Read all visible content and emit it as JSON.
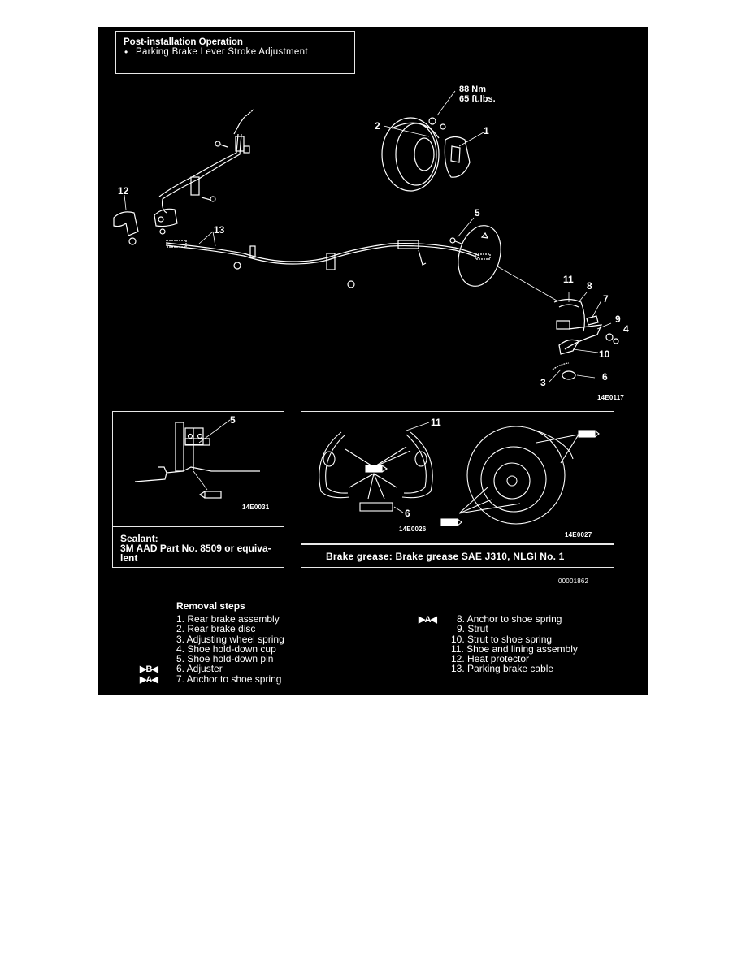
{
  "header_box": {
    "title": "Post-installation Operation",
    "bullet": "•",
    "item": "Parking Brake Lever Stroke Adjustment"
  },
  "main_diagram": {
    "torque": {
      "line1": "88 Nm",
      "line2": "65 ft.lbs."
    },
    "callouts": [
      "1",
      "2",
      "3",
      "4",
      "5",
      "6",
      "7",
      "8",
      "9",
      "10",
      "11",
      "12",
      "13"
    ],
    "figure_code": "14E0117"
  },
  "inset_sealant": {
    "callout": "5",
    "figure_code": "14E0031",
    "label_title": "Sealant:",
    "label_line1": "3M AAD Part No. 8509 or equiva-",
    "label_line2": "lent"
  },
  "inset_grease": {
    "callout_shoe": "11",
    "callout_adjuster": "6",
    "figure_code_left": "14E0026",
    "figure_code_right": "14E0027",
    "label": "Brake grease: Brake grease SAE J310, NLGI No. 1"
  },
  "doc_code": "00001862",
  "removal": {
    "title": "Removal steps",
    "left": [
      {
        "marker": "",
        "text": "1. Rear brake assembly"
      },
      {
        "marker": "",
        "text": "2. Rear brake disc"
      },
      {
        "marker": "",
        "text": "3. Adjusting wheel spring"
      },
      {
        "marker": "",
        "text": "4. Shoe hold-down cup"
      },
      {
        "marker": "",
        "text": "5. Shoe hold-down pin"
      },
      {
        "marker": "▶B◀",
        "text": "6. Adjuster"
      },
      {
        "marker": "▶A◀",
        "text": "7. Anchor to shoe spring"
      }
    ],
    "right": [
      {
        "marker": "▶A◀",
        "text": "8. Anchor to shoe spring"
      },
      {
        "marker": "",
        "text": "9. Strut"
      },
      {
        "marker": "",
        "text": "10. Strut to shoe spring"
      },
      {
        "marker": "",
        "text": "11. Shoe and lining assembly"
      },
      {
        "marker": "",
        "text": "12. Heat protector"
      },
      {
        "marker": "",
        "text": "13. Parking brake cable"
      }
    ]
  }
}
